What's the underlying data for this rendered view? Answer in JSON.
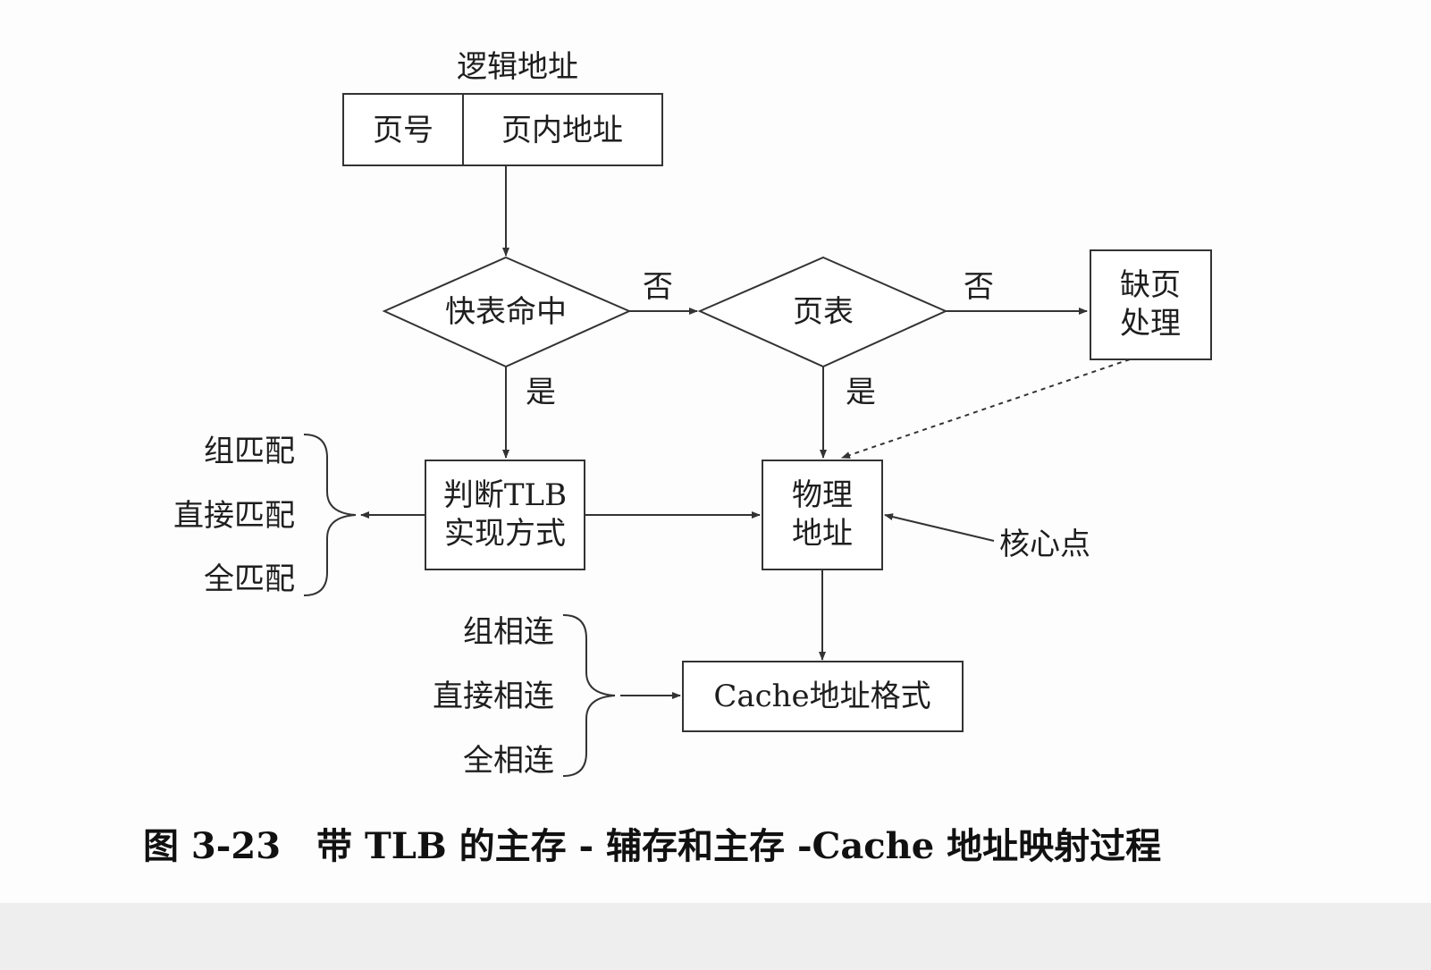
{
  "logical_address": {
    "title": "逻辑地址",
    "page_number": "页号",
    "page_offset": "页内地址"
  },
  "decisions": {
    "tlb_hit": "快表命中",
    "page_table": "页表"
  },
  "edge_labels": {
    "tlb_no": "否",
    "pt_no": "否",
    "tlb_yes": "是",
    "pt_yes": "是"
  },
  "boxes": {
    "page_fault": [
      "缺页",
      "处理"
    ],
    "tlb_impl": [
      "判断TLB",
      "实现方式"
    ],
    "physical_address": [
      "物理",
      "地址"
    ],
    "cache_format": "Cache地址格式"
  },
  "annotations": {
    "core_point": "核心点"
  },
  "tlb_methods": [
    "组匹配",
    "直接匹配",
    "全匹配"
  ],
  "cache_methods": [
    "组相连",
    "直接相连",
    "全相连"
  ],
  "caption": "图 3-23　带 TLB 的主存 - 辅存和主存 -Cache 地址映射过程",
  "colors": {
    "stroke": "#333333",
    "text": "#1e1e1e",
    "background": "#fdfdfd"
  }
}
